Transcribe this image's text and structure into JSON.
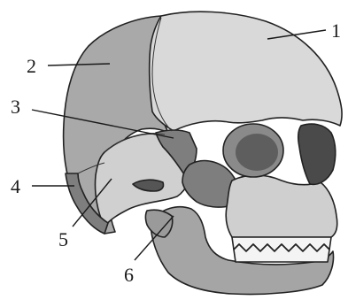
{
  "labels": [
    {
      "id": "1",
      "text": "1"
    },
    {
      "id": "2",
      "text": "2"
    },
    {
      "id": "3",
      "text": "3"
    },
    {
      "id": "4",
      "text": "4"
    },
    {
      "id": "5",
      "text": "5"
    },
    {
      "id": "6",
      "text": "6"
    }
  ],
  "colors": {
    "light_bone": "#d9d9d9",
    "medium_bone": "#a9a9a9",
    "dark_bone": "#7e7e7e",
    "teeth": "#f4f4f4",
    "line": "#222222"
  }
}
